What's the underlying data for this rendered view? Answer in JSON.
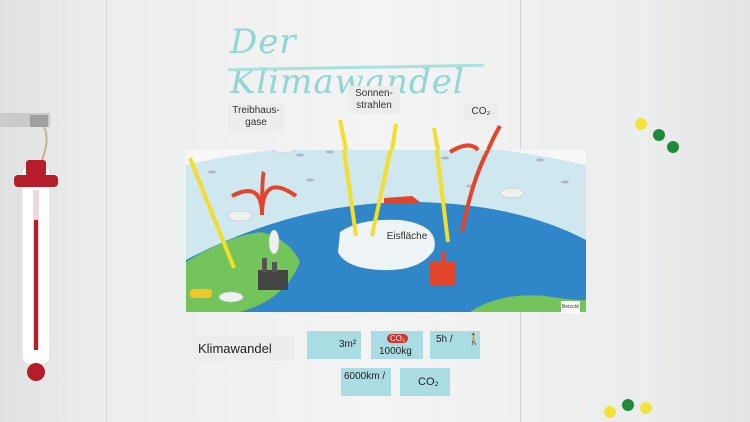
{
  "board": {
    "title": "Der Klimawandel",
    "labels": {
      "greenhouse_gases": "Treibhaus-\ngase",
      "sunrays": "Sonnen-\nstrahlen",
      "co2": "CO₂",
      "ice": "Eisfläche"
    },
    "word_card": "Klimawandel",
    "cards": [
      {
        "id": "ice-card",
        "text": "3m²",
        "icon": "melting-ice-icon"
      },
      {
        "id": "co2-card",
        "badge": "CO₂",
        "text": "1000kg",
        "icon": "co2-cloud-icon"
      },
      {
        "id": "flight-card",
        "text": "5h / ",
        "icon": "person-plane-icon"
      },
      {
        "id": "car-card",
        "text": "6000km /",
        "icon": "car-icon"
      },
      {
        "id": "footprint-card",
        "text": "CO₂",
        "icon": "footprint-icon"
      }
    ],
    "brand": "Betzold"
  },
  "colors": {
    "title": "#8fd6d5",
    "sky": "#cfe7ef",
    "ocean": "#2f86c8",
    "land": "#73c45a",
    "sun_arrow": "#f3de2c",
    "heat_arrow": "#e2452a",
    "card": "#a9dce3",
    "magnet_yellow": "#f2e23a",
    "magnet_green": "#1f8a3b"
  }
}
